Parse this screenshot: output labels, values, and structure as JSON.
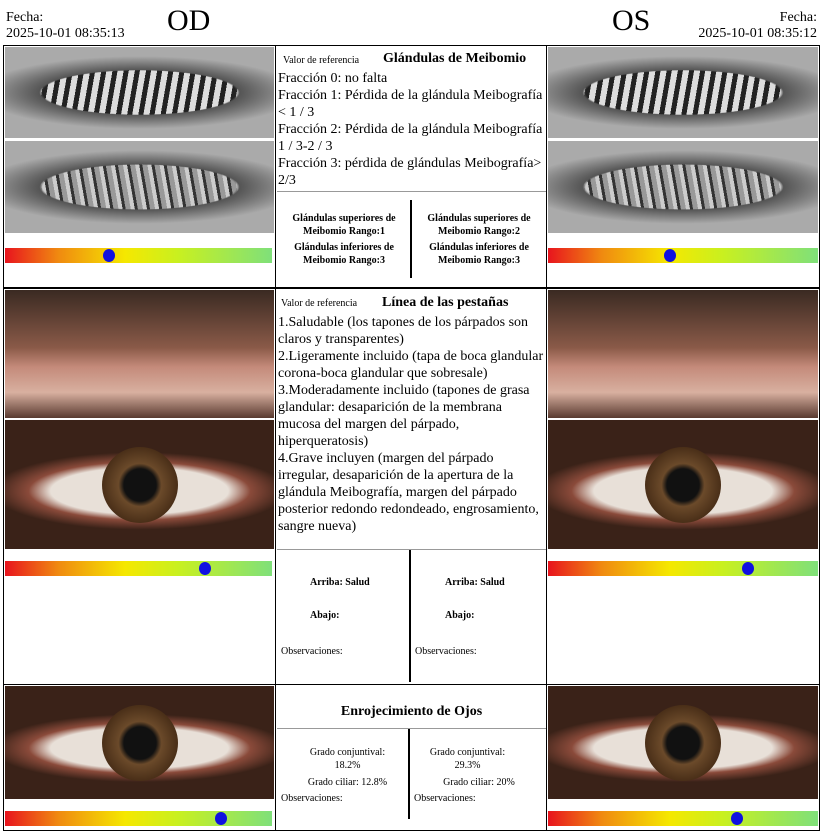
{
  "header": {
    "od": {
      "date_label": "Fecha:",
      "date": "2025-10-01 08:35:13",
      "eye": "OD"
    },
    "os": {
      "date_label": "Fecha:",
      "date": "2025-10-01 08:35:12",
      "eye": "OS"
    }
  },
  "meibomio": {
    "ref_label": "Valor de referencia",
    "title": "Glándulas de Meibomio",
    "lines": [
      "Fracción 0: no falta",
      "Fracción 1: Pérdida de la glándula Meibografía < 1 / 3",
      "Fracción 2: Pérdida de la glándula Meibografía 1 / 3-2 / 3",
      "Fracción 3: pérdida de glándulas Meibografía> 2/3"
    ],
    "od": {
      "upper": "Glándulas superiores de Meibomio Rango:1",
      "lower": "Glándulas inferiores de Meibomio Rango:3",
      "slider": 0.39
    },
    "os": {
      "upper": "Glándulas superiores de Meibomio Rango:2",
      "lower": "Glándulas inferiores de Meibomio Rango:3",
      "slider": 0.45
    }
  },
  "pestanas": {
    "ref_label": "Valor de referencia",
    "title": "Línea de las pestañas",
    "lines": [
      "1.Saludable (los tapones de los párpados son claros y transparentes)",
      "2.Ligeramente incluido (tapa de boca glandular corona-boca glandular que sobresale)",
      "3.Moderadamente incluido (tapones de grasa glandular: desaparición de la membrana mucosa del margen del párpado, hiperqueratosis)",
      "4.Grave incluyen (margen del párpado irregular, desaparición de la apertura de la glándula Meibografía, margen del párpado posterior redondo redondeado, engrosamiento, sangre nueva)"
    ],
    "od": {
      "arriba": "Arriba: Salud",
      "abajo": "Abajo:",
      "obs": "Observaciones:",
      "slider": 0.75
    },
    "os": {
      "arriba": "Arriba: Salud",
      "abajo": "Abajo:",
      "obs": "Observaciones:",
      "slider": 0.74
    }
  },
  "enrojecimiento": {
    "title": "Enrojecimiento de Ojos",
    "od": {
      "conj": "Grado conjuntival: 18.2%",
      "ciliar": "Grado ciliar: 12.8%",
      "obs": "Observaciones:",
      "slider": 0.81
    },
    "os": {
      "conj": "Grado conjuntival: 29.3%",
      "ciliar": "Grado ciliar: 20%",
      "obs": "Observaciones:",
      "slider": 0.7
    }
  }
}
